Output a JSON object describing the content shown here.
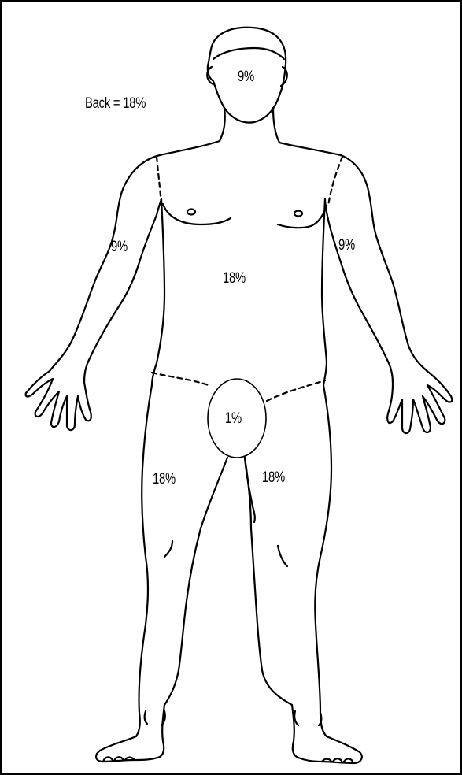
{
  "diagram": {
    "back_label": "Back = 18%",
    "regions": {
      "head": "9%",
      "right_arm": "9%",
      "left_arm": "9%",
      "trunk_front": "18%",
      "genitals": "1%",
      "right_leg": "18%",
      "left_leg": "18%"
    },
    "colors": {
      "line": "#000000",
      "background": "#ffffff"
    }
  }
}
